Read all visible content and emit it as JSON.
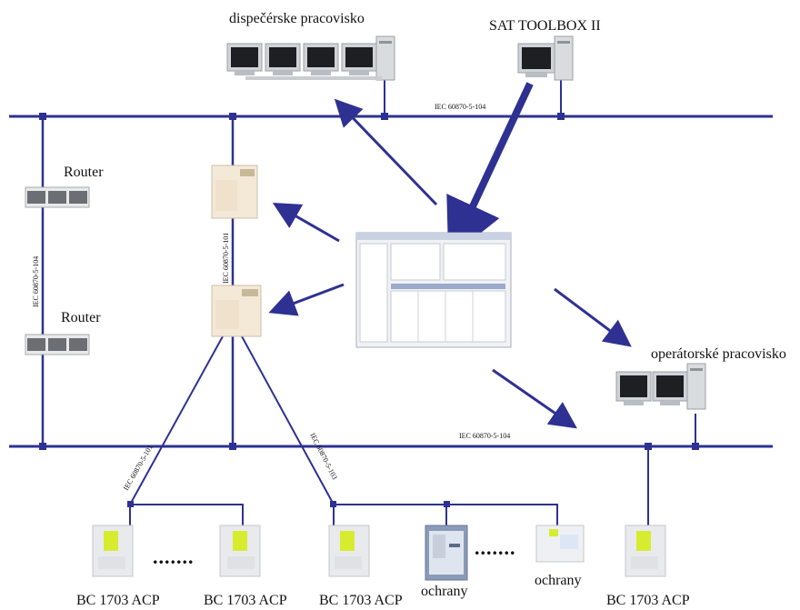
{
  "labels": {
    "dispatcher": "dispečérske pracovisko",
    "sat": "SAT TOOLBOX II",
    "router1": "Router",
    "router2": "Router",
    "operator": "operátorské pracovisko",
    "top_bus": "IEC 60870-5-104",
    "bottom_bus": "IEC 60870-5-104",
    "vertical_left": "IEC 60870-5-104",
    "vertical_mid": "IEC 60870-5-101",
    "diag_101": "IEC 60870-5-101",
    "diag_103": "IEC 60870-5-103",
    "bc1": "BC 1703 ACP",
    "bc2": "BC 1703 ACP",
    "bc3": "BC 1703 ACP",
    "bc4": "BC 1703 ACP",
    "ochrany1": "ochrany",
    "ochrany2": "ochrany",
    "dots1": ".......",
    "dots2": "......."
  },
  "colors": {
    "bus": "#2e3192",
    "cabinet": "#f4e8d7",
    "device": "#e9eaee",
    "screen": "#d7ec2f"
  }
}
